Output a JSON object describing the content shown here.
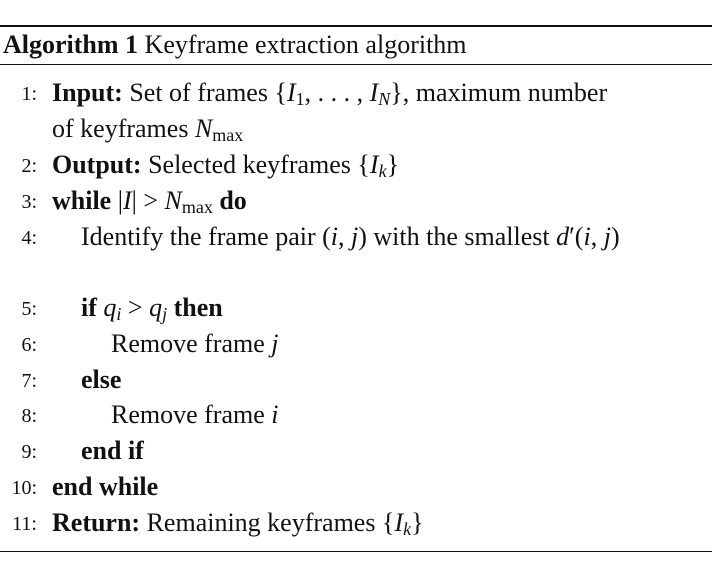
{
  "caption": {
    "label": "Algorithm 1",
    "title": "Keyframe extraction algorithm"
  },
  "lines": [
    {
      "num": "1:",
      "kw": "Input:",
      "text_a": " Set of frames {",
      "I": "I",
      "sub_1": "1",
      "dots": ", . . . , ",
      "I2": "I",
      "sub_N": "N",
      "text_b": "}, maximum number",
      "cont": "of keyframes ",
      "N": "N",
      "sub_max": "max"
    },
    {
      "num": "2:",
      "kw": "Output:",
      "text_a": " Selected keyframes {",
      "I": "I",
      "sub_k": "k",
      "text_b": "}"
    },
    {
      "num": "3:",
      "kw_while": "while",
      "text_a": " |",
      "I": "I",
      "text_b": "| > ",
      "N": "N",
      "sub_max": "max",
      "kw_do": " do"
    },
    {
      "num": "4:",
      "text_a": "Identify the frame pair (",
      "i": "i",
      "comma": ", ",
      "j": "j",
      "text_b": ") with the smallest ",
      "d": "d",
      "prime": "′",
      "paren_open": "(",
      "i2": "i",
      "comma2": ", ",
      "j2": "j",
      "paren_close": ")"
    },
    {
      "num": "5:",
      "kw_if": "if",
      "q": "q",
      "sub_i": "i",
      "gt": " > ",
      "q2": "q",
      "sub_j": "j",
      "kw_then": " then"
    },
    {
      "num": "6:",
      "text": "Remove frame ",
      "var": "j"
    },
    {
      "num": "7:",
      "kw": "else"
    },
    {
      "num": "8:",
      "text": "Remove frame ",
      "var": "i"
    },
    {
      "num": "9:",
      "kw": "end if"
    },
    {
      "num": "10:",
      "kw": "end while"
    },
    {
      "num": "11:",
      "kw": "Return:",
      "text_a": " Remaining keyframes {",
      "I": "I",
      "sub_k": "k",
      "text_b": "}"
    }
  ]
}
